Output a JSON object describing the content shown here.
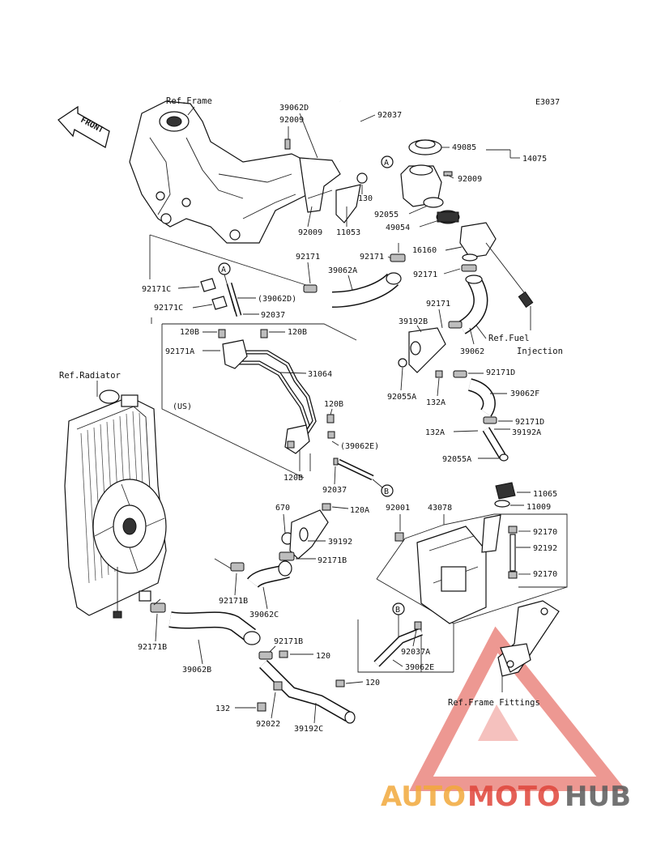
{
  "diagram_code": "E3037",
  "front_arrow_label": "FRONT",
  "refs": {
    "frame": "Ref.Frame",
    "radiator": "Ref.Radiator",
    "fuel_injection_line1": "Ref.Fuel",
    "fuel_injection_line2": "Injection",
    "frame_fittings": "Ref.Frame Fittings"
  },
  "markers": {
    "a": "A",
    "b": "B"
  },
  "variant_note": "(US)",
  "parts": {
    "p39062D": "39062D",
    "p92009a": "92009",
    "p92037a": "92037",
    "p49085": "49085",
    "p14075": "14075",
    "p92009b": "92009",
    "p130": "130",
    "p92009c": "92009",
    "p11053": "11053",
    "p92055": "92055",
    "p49054": "49054",
    "p16160": "16160",
    "p92171a": "92171",
    "p92171b": "92171",
    "p39062A": "39062A",
    "p92171c": "92171",
    "p92171C_1": "92171C",
    "p39062D_paren": "(39062D)",
    "p92171C_2": "92171C",
    "p92037b": "92037",
    "p92171d": "92171",
    "p39192B": "39192B",
    "p39062": "39062",
    "p120B_1": "120B",
    "p120B_2": "120B",
    "p92171A": "92171A",
    "p31064": "31064",
    "p92171D": "92171D",
    "p92055A_1": "92055A",
    "p132A_1": "132A",
    "p39062F": "39062F",
    "p120B_3": "120B",
    "p92171D_2": "92171D",
    "p132A_2": "132A",
    "p39192A": "39192A",
    "p39062E_paren": "(39062E)",
    "p92055A_2": "92055A",
    "p120B_4": "120B",
    "p92037c": "92037",
    "p11065": "11065",
    "p11009": "11009",
    "p670": "670",
    "p120A": "120A",
    "p92001": "92001",
    "p43078": "43078",
    "p92170_1": "92170",
    "p39192": "39192",
    "p92192": "92192",
    "p92171B_1": "92171B",
    "p92170_2": "92170",
    "p92171B_2": "92171B",
    "p39062C": "39062C",
    "p92037A": "92037A",
    "p92171B_3": "92171B",
    "p92171B_4": "92171B",
    "p120_1": "120",
    "p39062B": "39062B",
    "p39062E": "39062E",
    "p120_2": "120",
    "p132": "132",
    "p92022": "92022",
    "p39192C": "39192C"
  },
  "watermark": {
    "auto": "AUTO",
    "moto": "MOTO",
    "hub": "HUB"
  },
  "colors": {
    "watermark_red": "#e0453a",
    "watermark_orange": "#f2a93b",
    "watermark_gray": "#5b5b5b"
  }
}
